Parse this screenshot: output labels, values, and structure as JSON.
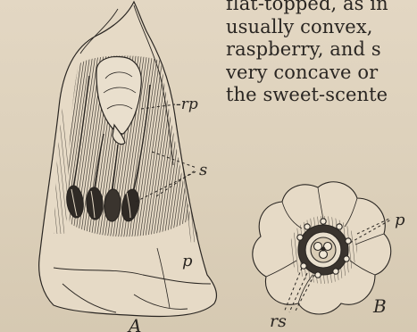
{
  "text_lines": [
    "flat-topped, as in",
    "usually convex,",
    "raspberry, and s",
    "very concave or",
    "the sweet-scente"
  ],
  "figure_a": {
    "letter": "A",
    "labels": {
      "rp": "-rp",
      "s": "s",
      "p": "p"
    }
  },
  "figure_b": {
    "letter": "B",
    "labels": {
      "p": "p",
      "rs": "rs"
    }
  }
}
